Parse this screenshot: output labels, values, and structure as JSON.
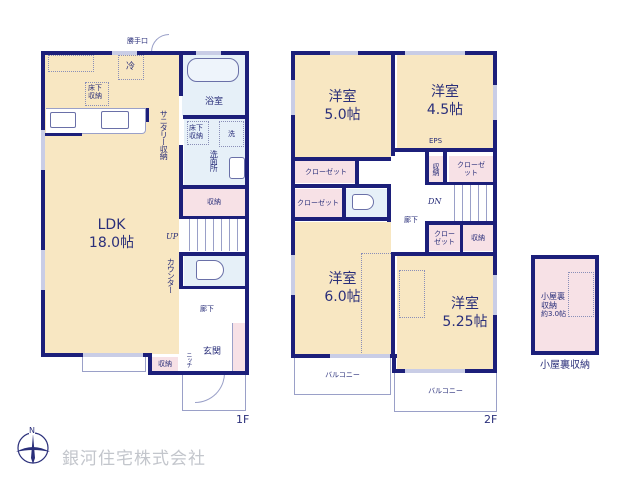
{
  "floors": {
    "first": {
      "tag": "1F",
      "rooms": {
        "ldk": {
          "name": "LDK",
          "size": "18.0帖"
        },
        "bath": {
          "name": "浴室"
        },
        "washroom": {
          "name": "洗面所"
        },
        "wash": {
          "name": "洗"
        },
        "underfloor_kitchen": {
          "name": "床下収納"
        },
        "underfloor_wash": {
          "name": "床下収納"
        },
        "fridge": {
          "name": "冷"
        },
        "sanitary_storage": {
          "name": "サニタリー収納"
        },
        "storage_hall": {
          "name": "収納"
        },
        "counter": {
          "name": "カウンター"
        },
        "corridor": {
          "name": "廊下"
        },
        "entrance": {
          "name": "玄関"
        },
        "niche": {
          "name": "ニッチ"
        },
        "storage_entrance": {
          "name": "収納"
        },
        "back_door": {
          "name": "勝手口"
        },
        "stairs_up": {
          "name": "UP"
        }
      }
    },
    "second": {
      "tag": "2F",
      "rooms": {
        "western_5": {
          "name": "洋室",
          "size": "5.0帖"
        },
        "western_45": {
          "name": "洋室",
          "size": "4.5帖"
        },
        "western_6": {
          "name": "洋室",
          "size": "6.0帖"
        },
        "western_525": {
          "name": "洋室",
          "size": "5.25帖"
        },
        "closet_1": {
          "name": "クローゼット"
        },
        "closet_2": {
          "name": "クローゼット"
        },
        "closet_3": {
          "name": "クローゼット"
        },
        "closet_4": {
          "name": "クローゼット"
        },
        "storage_1": {
          "name": "収納"
        },
        "storage_2": {
          "name": "収納"
        },
        "eps": {
          "name": "EPS"
        },
        "corridor": {
          "name": "廊下"
        },
        "stairs_down": {
          "name": "DN"
        },
        "balcony_left": {
          "name": "バルコニー"
        },
        "balcony_right": {
          "name": "バルコニー"
        }
      }
    },
    "attic": {
      "tag": "小屋裏収納",
      "room": {
        "name": "小屋裏収納",
        "size": "約3.0帖"
      }
    }
  },
  "compass": {
    "label": "N"
  },
  "company": {
    "name": "銀河住宅株式会社"
  },
  "colors": {
    "wall": "#1c1f7a",
    "living": "#f8e7c2",
    "storage": "#f7e1e6",
    "wet": "#e6f0f8"
  }
}
